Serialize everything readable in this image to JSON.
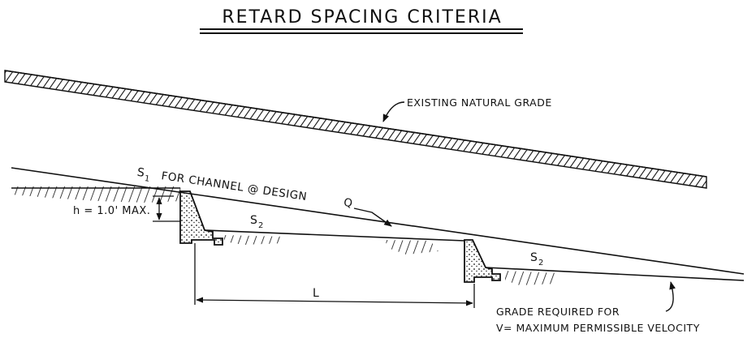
{
  "title": "RETARD SPACING CRITERIA",
  "labels": {
    "existing_grade": "EXISTING NATURAL GRADE",
    "s1_main": "S",
    "s1_sub": "1",
    "s1_desc": "FOR CHANNEL @ DESIGN",
    "design_q": "Q",
    "h_max": "h = 1.0' MAX.",
    "s2_main": "S",
    "s2_sub": "2",
    "l": "L",
    "grade_required_line1": "GRADE REQUIRED FOR",
    "grade_required_line2": "V= MAXIMUM PERMISSIBLE VELOCITY"
  },
  "colors": {
    "ink": "#111111",
    "background": "#ffffff"
  }
}
